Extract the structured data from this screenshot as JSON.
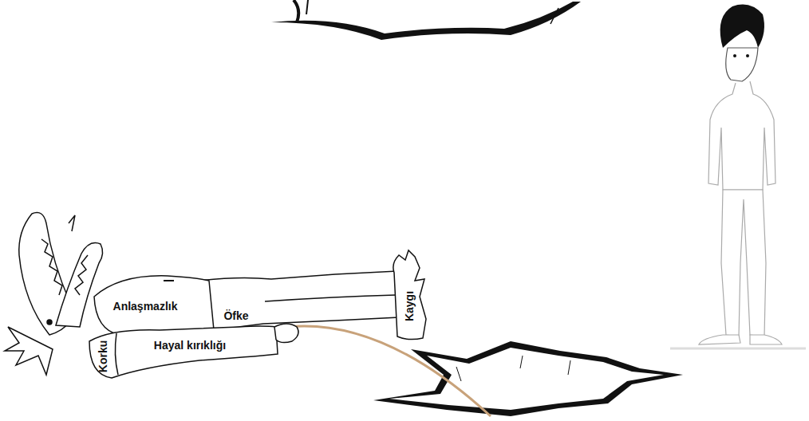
{
  "diagram": {
    "labels": [
      "Anlaşmazlık",
      "Öfke",
      "Hayal kırıklığı",
      "Korku",
      "Kaygı"
    ]
  }
}
